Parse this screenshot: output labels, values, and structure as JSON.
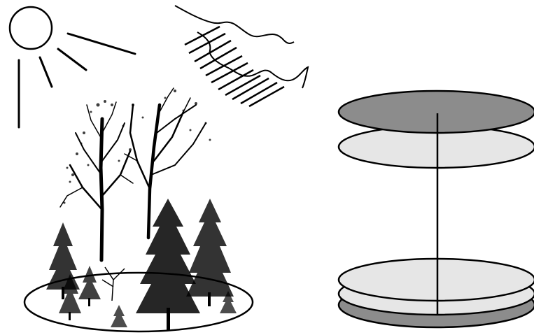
{
  "illustration": {
    "colors": {
      "background": "#ffffff",
      "ink": "#000000",
      "layer_light": "#e6e6e6",
      "layer_dark": "#8c8c8c"
    },
    "elements": {
      "sun": "sun-icon",
      "sun_rays": "sun-rays",
      "rain_cloud": "rain-cloud-icon",
      "forest": "forest-stand",
      "ground_plot": "ground-plot-ellipse",
      "canopy_layers": "stacked-layer-model",
      "central_axis": "vertical-axis-line"
    },
    "layer_model": {
      "layer_count_top": 2,
      "layer_count_bottom": 3
    }
  }
}
